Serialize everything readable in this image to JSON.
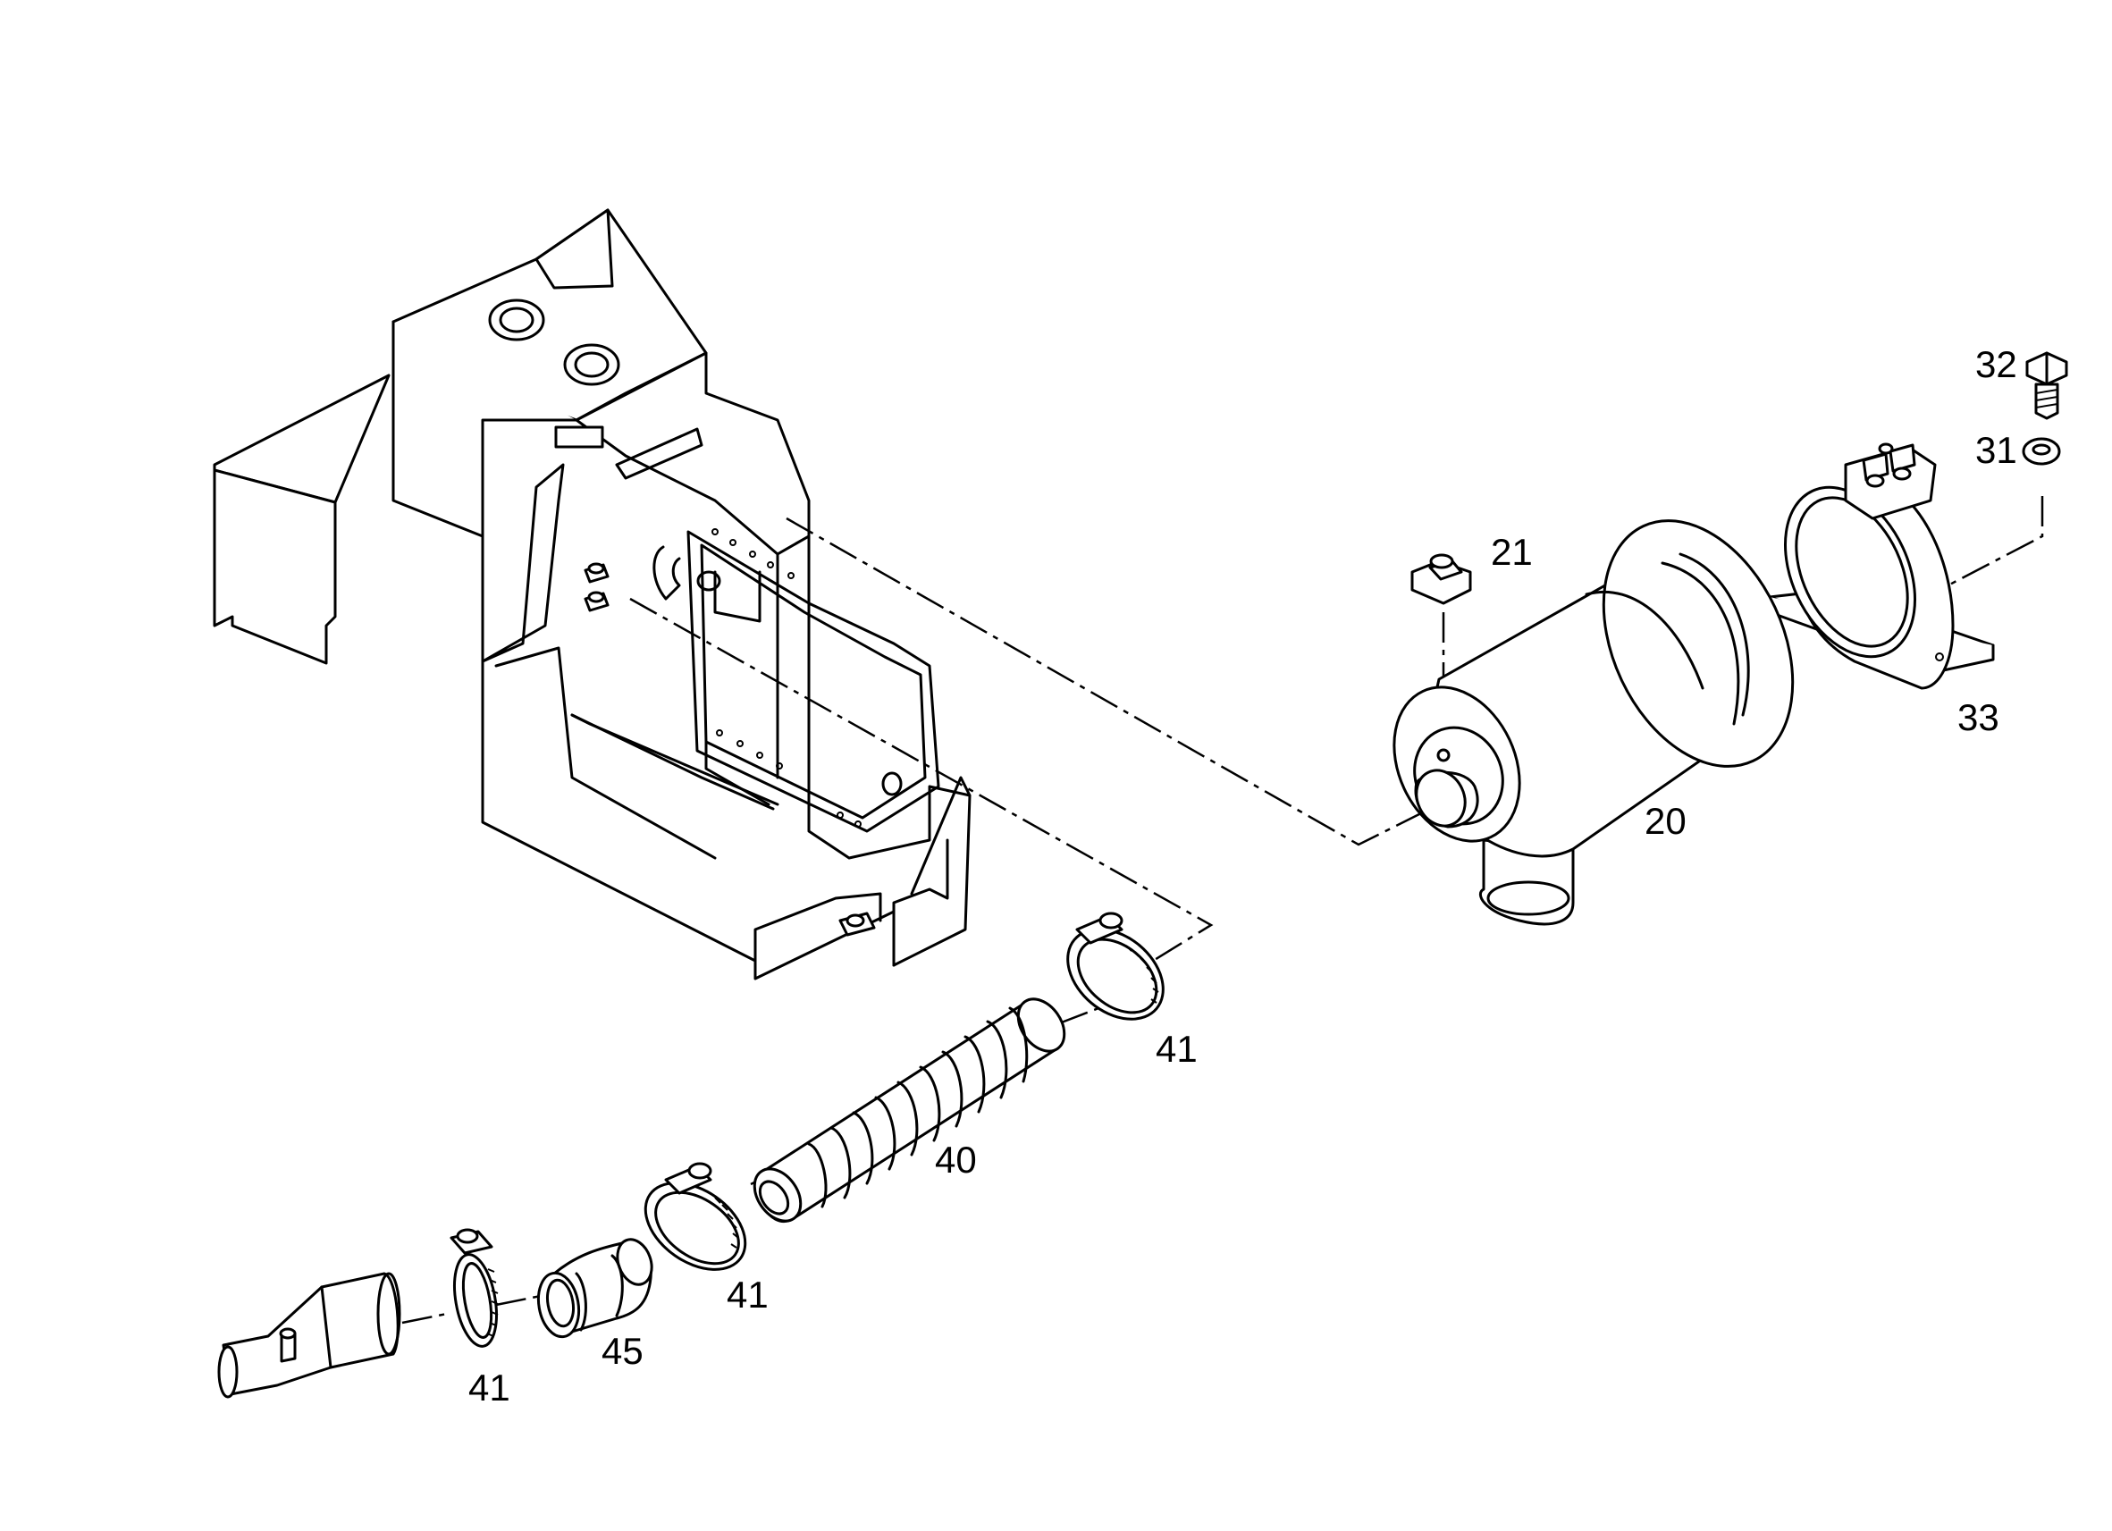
{
  "diagram": {
    "type": "exploded-parts-diagram",
    "background_color": "#ffffff",
    "line_color": "#000000",
    "callouts": [
      {
        "id": "c32",
        "label": "32",
        "part": "bolt"
      },
      {
        "id": "c31",
        "label": "31",
        "part": "washer"
      },
      {
        "id": "c21",
        "label": "21",
        "part": "nut"
      },
      {
        "id": "c33",
        "label": "33",
        "part": "mounting-clamp-bracket"
      },
      {
        "id": "c20",
        "label": "20",
        "part": "air-filter"
      },
      {
        "id": "c41a",
        "label": "41",
        "part": "hose-clamp"
      },
      {
        "id": "c40",
        "label": "40",
        "part": "corrugated-hose"
      },
      {
        "id": "c41b",
        "label": "41",
        "part": "hose-clamp"
      },
      {
        "id": "c45",
        "label": "45",
        "part": "elbow-sleeve"
      },
      {
        "id": "c41c",
        "label": "41",
        "part": "hose-clamp"
      }
    ]
  }
}
